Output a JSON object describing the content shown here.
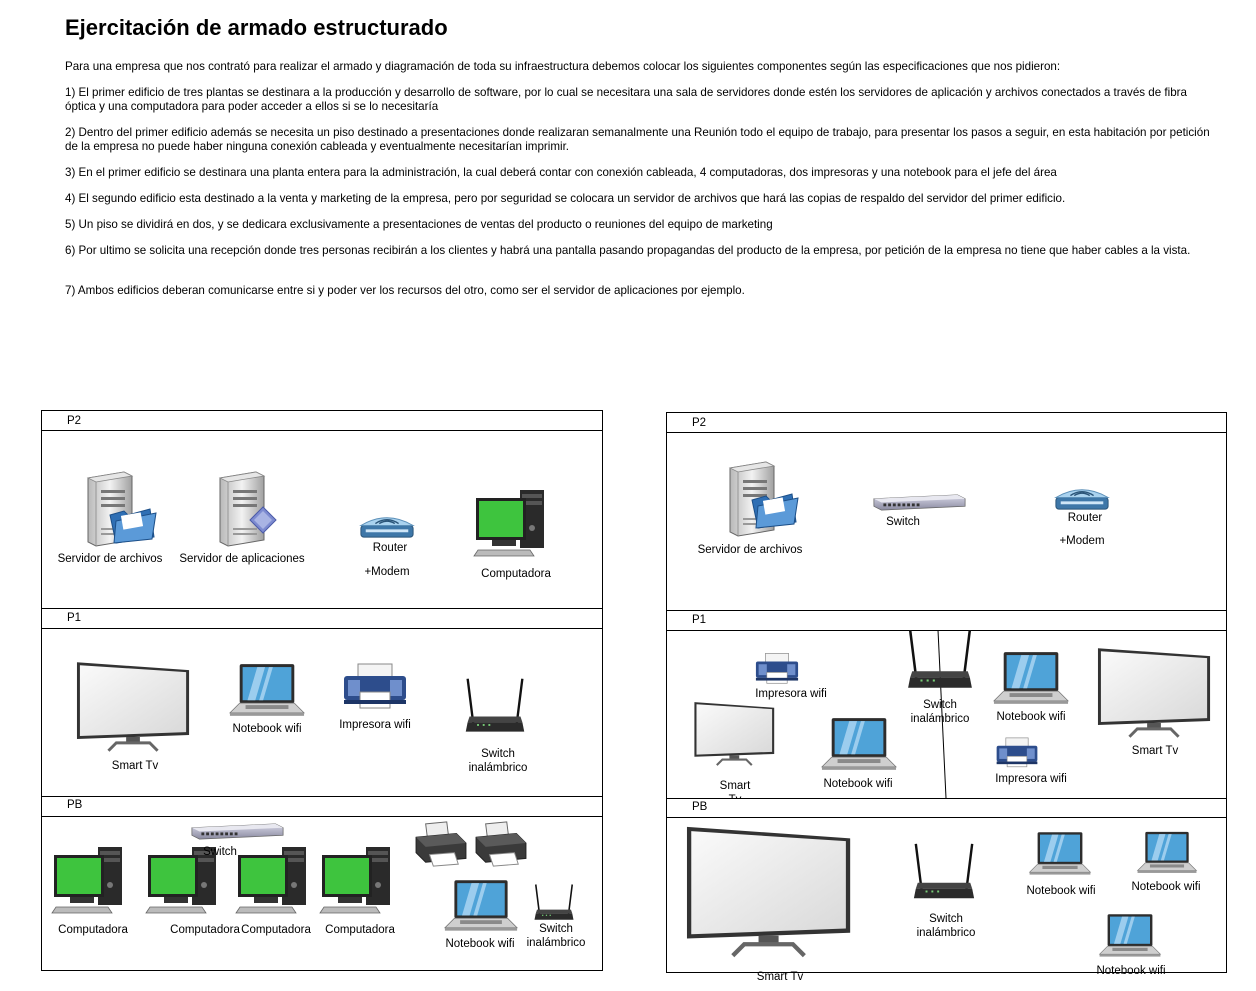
{
  "title": "Ejercitación de armado estructurado",
  "paragraphs": [
    "Para una empresa que  nos contrató para realizar el armado y diagramación de toda su infraestructura debemos colocar los siguientes componentes según las especificaciones que nos pidieron:",
    "1) El primer edificio de tres plantas se destinara a la producción y desarrollo de software, por lo cual se necesitara una sala de servidores donde estén los servidores de aplicación y archivos conectados a través de fibra óptica y una computadora para poder acceder a ellos si se lo necesitaría",
    "2) Dentro del primer edificio además se necesita un piso destinado a presentaciones donde realizaran semanalmente una Reunión todo el equipo de trabajo, para presentar los pasos a seguir, en esta habitación por petición de la empresa no puede haber ninguna conexión cableada y eventualmente necesitarían imprimir.",
    "3) En el primer edificio se destinara una planta entera para la administración, la cual deberá contar con conexión cableada, 4 computadoras, dos impresoras y una notebook para el jefe del área",
    "4) El segundo edificio esta destinado a la venta y marketing de la empresa, pero por seguridad se colocara un servidor de archivos que hará las copias de respaldo del servidor del primer edificio.",
    "5) Un piso se dividirá en dos, y se dedicara exclusivamente a presentaciones de ventas del producto o reuniones del equipo de marketing",
    "6) Por ultimo se solicita una recepción donde tres personas recibirán a los clientes y habrá una pantalla pasando propagandas del producto de la empresa, por petición de la empresa no tiene que haber cables a la vista.",
    "7) Ambos edificios deberan comunicarse entre si y poder ver los recursos del otro, como ser el servidor de aplicaciones por ejemplo."
  ],
  "floors": {
    "p2": "P2",
    "p1": "P1",
    "pb": "PB"
  },
  "b1": {
    "p2": {
      "file_server": "Servidor de archivos",
      "app_server": "Servidor de aplicaciones",
      "router": "Router",
      "modem": "+Modem",
      "computer": "Computadora"
    },
    "p1": {
      "smart_tv": "Smart Tv",
      "notebook": "Notebook wifi",
      "printer": "Impresora wifi",
      "wireless_switch": "Switch\ninalámbrico"
    },
    "pb": {
      "switch": "Switch",
      "computers": [
        "Computadora",
        "Computadora",
        "Computadora",
        "Computadora"
      ],
      "notebook": "Notebook wifi",
      "wireless_switch": "Switch\ninalámbrico"
    }
  },
  "b2": {
    "p2": {
      "file_server": "Servidor de archivos",
      "switch": "Switch",
      "router": "Router",
      "modem": "+Modem"
    },
    "p1": {
      "printer_a": "Impresora wifi",
      "wireless_switch": "Switch\ninalámbrico",
      "notebook_a": "Notebook wifi",
      "smart_tv_a": "Smart Tv",
      "smart_tv_b": "Smart\nTv",
      "notebook_b": "Notebook wifi",
      "printer_b": "Impresora wifi"
    },
    "pb": {
      "smart_tv": "Smart Tv",
      "wireless_switch": "Switch\ninalámbrico",
      "notebook_a": "Notebook wifi",
      "notebook_b": "Notebook wifi",
      "notebook_c": "Notebook wifi"
    }
  },
  "colors": {
    "monitor_green": "#3ec43e",
    "folder_blue": "#4a86c8",
    "laptop_screen": "#4fa3d8",
    "printer_blue": "#2d4d8c"
  }
}
